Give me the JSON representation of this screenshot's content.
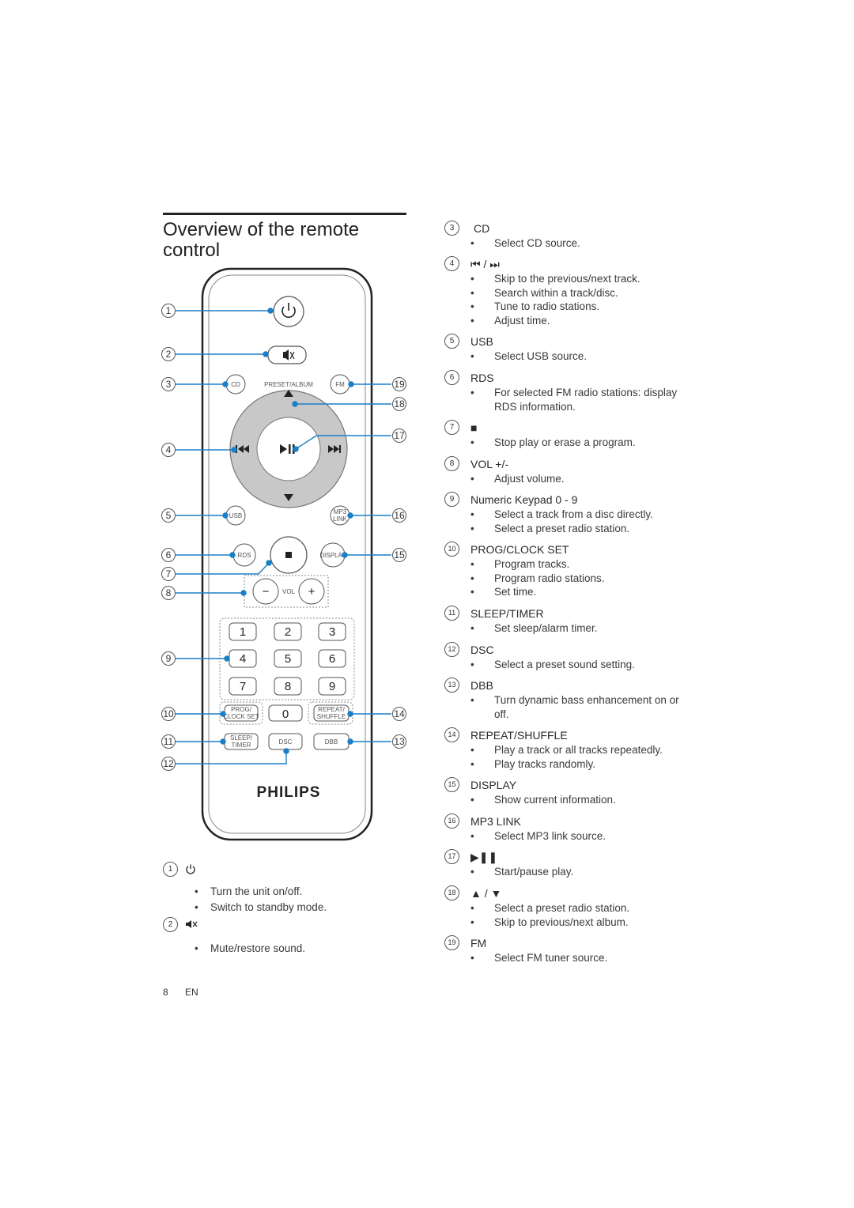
{
  "page": {
    "title": "Overview of the remote control",
    "page_number": "8",
    "language": "EN"
  },
  "remote": {
    "brand": "PHILIPS",
    "buttons": {
      "cd": "CD",
      "preset_album": "PRESET/ALBUM",
      "fm": "FM",
      "usb": "USB",
      "mp3_link_1": "MP3",
      "mp3_link_2": "LINK",
      "rds": "RDS",
      "display": "DISPLAY",
      "vol": "VOL",
      "minus": "−",
      "plus": "+",
      "prog_1": "PROG/",
      "prog_2": "CLOCK SET",
      "repeat_1": "REPEAT/",
      "repeat_2": "SHUFFLE",
      "sleep_1": "SLEEP/",
      "sleep_2": "TIMER",
      "dsc": "DSC",
      "dbb": "DBB",
      "keys": [
        "1",
        "2",
        "3",
        "4",
        "5",
        "6",
        "7",
        "8",
        "9",
        "0"
      ]
    },
    "callouts_left": [
      "1",
      "2",
      "3",
      "4",
      "5",
      "6",
      "7",
      "8",
      "9",
      "10",
      "11",
      "12"
    ],
    "callouts_right": [
      "19",
      "18",
      "17",
      "16",
      "15",
      "14",
      "13"
    ]
  },
  "left_sections": [
    {
      "num": "1",
      "icon": "power-icon",
      "items": [
        "Turn the unit on/off.",
        "Switch to standby mode."
      ]
    },
    {
      "num": "2",
      "icon": "mute-icon",
      "items": [
        "Mute/restore sound."
      ]
    }
  ],
  "right_sections": [
    {
      "num": "3",
      "heading": "CD",
      "items": [
        "Select CD source."
      ]
    },
    {
      "num": "4",
      "heading": "⏮ / ⏭",
      "items": [
        "Skip to the previous/next track.",
        "Search within a track/disc.",
        "Tune to radio stations.",
        "Adjust time."
      ]
    },
    {
      "num": "5",
      "heading": "USB",
      "items": [
        "Select USB source."
      ]
    },
    {
      "num": "6",
      "heading": "RDS",
      "items": [
        "For selected FM radio stations: display RDS information."
      ]
    },
    {
      "num": "7",
      "heading": "■",
      "items": [
        "Stop play or erase a program."
      ]
    },
    {
      "num": "8",
      "heading": "VOL +/-",
      "items": [
        "Adjust volume."
      ]
    },
    {
      "num": "9",
      "heading": "Numeric Keypad 0 - 9",
      "items": [
        "Select a track from a disc directly.",
        "Select a preset radio station."
      ]
    },
    {
      "num": "10",
      "heading": "PROG/CLOCK SET",
      "items": [
        "Program tracks.",
        "Program radio stations.",
        "Set time."
      ]
    },
    {
      "num": "11",
      "heading": "SLEEP/TIMER",
      "items": [
        "Set sleep/alarm timer."
      ]
    },
    {
      "num": "12",
      "heading": "DSC",
      "items": [
        "Select a preset sound setting."
      ]
    },
    {
      "num": "13",
      "heading": "DBB",
      "items": [
        "Turn dynamic bass enhancement on or off."
      ]
    },
    {
      "num": "14",
      "heading": "REPEAT/SHUFFLE",
      "items": [
        "Play a track or all tracks repeatedly.",
        "Play tracks randomly."
      ]
    },
    {
      "num": "15",
      "heading": "DISPLAY",
      "items": [
        "Show current information."
      ]
    },
    {
      "num": "16",
      "heading": "MP3 LINK",
      "items": [
        "Select MP3 link source."
      ]
    },
    {
      "num": "17",
      "heading": "▶❚❚",
      "items": [
        "Start/pause play."
      ]
    },
    {
      "num": "18",
      "heading": "▲ / ▼",
      "items": [
        "Select a preset radio station.",
        "Skip to previous/next album."
      ]
    },
    {
      "num": "19",
      "heading": "FM",
      "items": [
        "Select FM tuner source."
      ]
    }
  ],
  "colors": {
    "callout_line": "#1a7fc8",
    "dpad": "#c8c8c8",
    "rule": "#222222"
  }
}
